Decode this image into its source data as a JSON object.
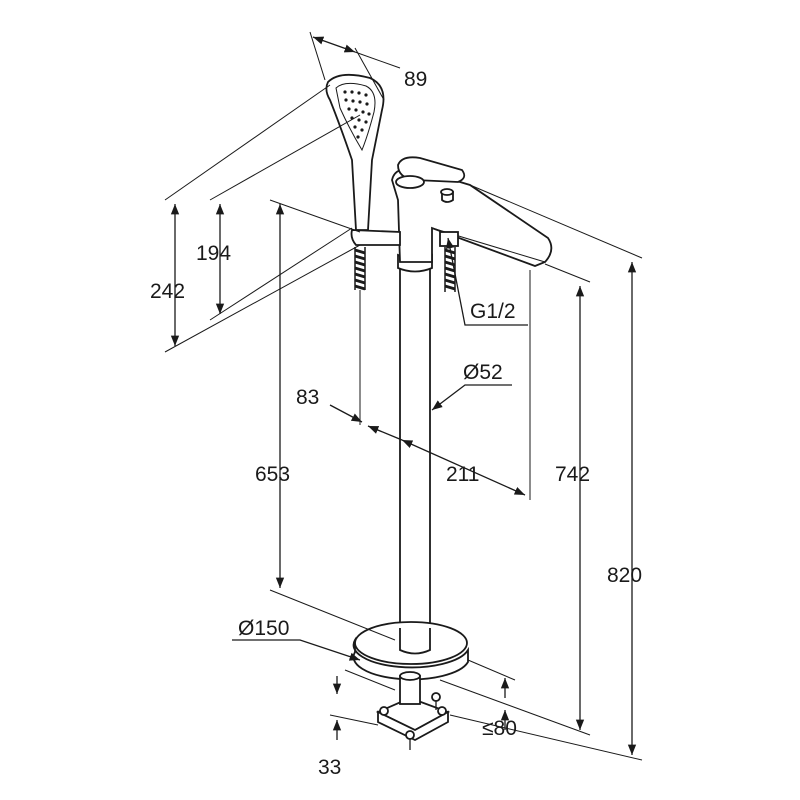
{
  "drawing": {
    "title": "Freestanding bath mixer with hand shower – dimensions",
    "dimensions": {
      "shower_head_width": "89",
      "shower_height_194": "194",
      "shower_height_242": "242",
      "connection_thread": "G1/2",
      "column_diameter": "Ø52",
      "offset_83": "83",
      "spout_reach": "211",
      "height_653": "653",
      "height_742": "742",
      "height_820": "820",
      "base_diameter": "Ø150",
      "floor_depth_max": "≤80",
      "floor_depth_33": "33"
    }
  }
}
